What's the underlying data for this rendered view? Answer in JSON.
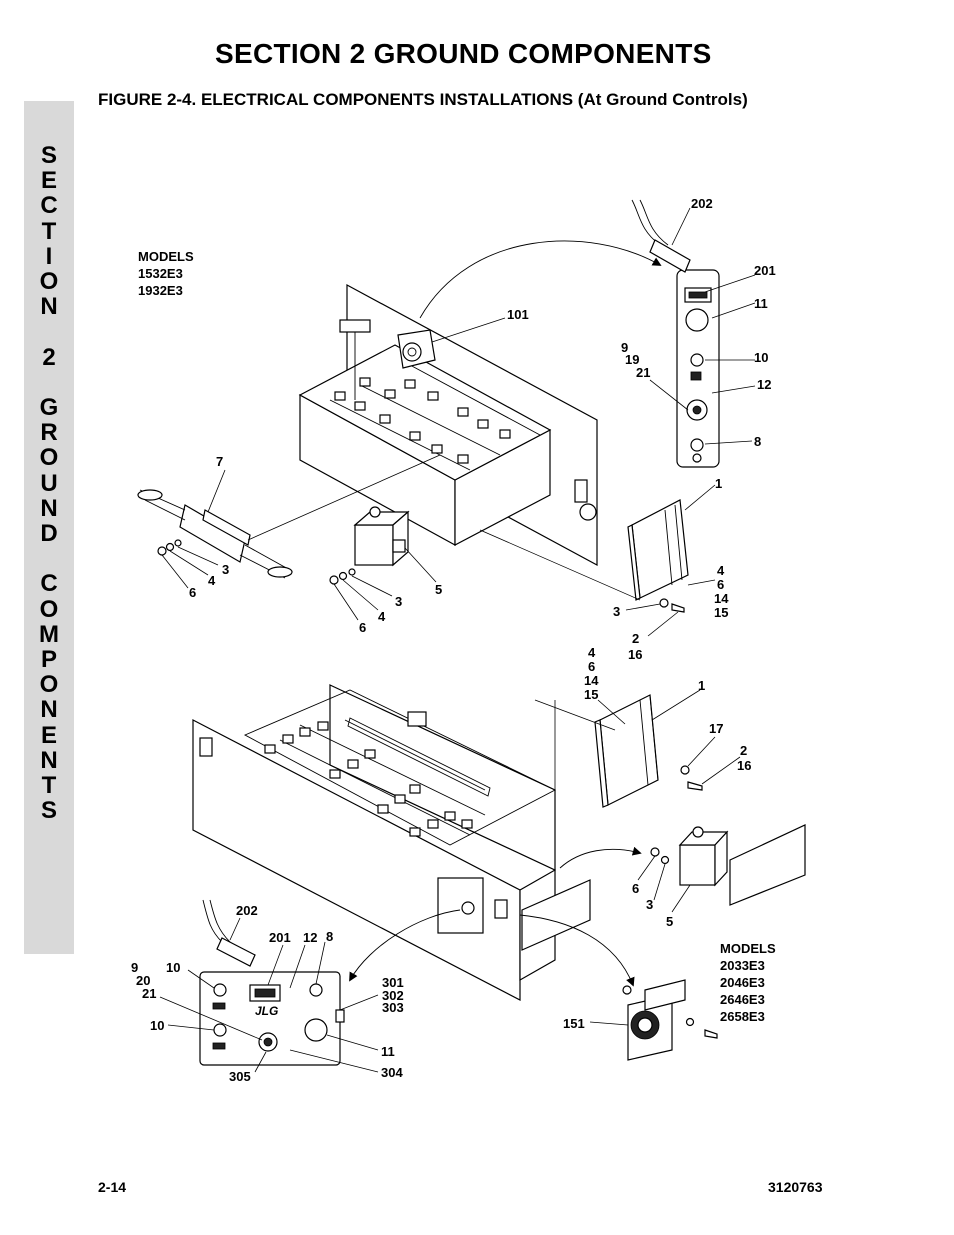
{
  "header": {
    "section_title": "SECTION 2  GROUND COMPONENTS",
    "figure_title": "FIGURE 2-4.    ELECTRICAL COMPONENTS INSTALLATIONS (At Ground Controls)"
  },
  "side_tab": {
    "text": "S\nE\nC\nT\nI\nO\nN\n\n2\n\nG\nR\nO\nU\nN\nD\n\nC\nO\nM\nP\nO\nN\nE\nN\nT\nS"
  },
  "figure": {
    "models_top": [
      "MODELS",
      "1532E3",
      "1932E3"
    ],
    "models_bottom": [
      "MODELS",
      "2033E3",
      "2046E3",
      "2646E3",
      "2658E3"
    ],
    "brand_mark": "JLG",
    "callouts_top": [
      "202",
      "201",
      "11",
      "101",
      "9",
      "19",
      "21",
      "10",
      "12",
      "8",
      "7",
      "1",
      "3",
      "4",
      "6",
      "5",
      "3",
      "4",
      "6",
      "4",
      "6",
      "14",
      "15",
      "3",
      "2",
      "16"
    ],
    "callouts_bottom": [
      "4",
      "6",
      "14",
      "15",
      "1",
      "17",
      "2",
      "16",
      "202",
      "201",
      "12",
      "8",
      "9",
      "20",
      "21",
      "10",
      "10",
      "301",
      "302",
      "303",
      "11",
      "304",
      "305",
      "6",
      "3",
      "5",
      "151"
    ]
  },
  "footer": {
    "page_number": "2-14",
    "doc_number": "3120763"
  }
}
